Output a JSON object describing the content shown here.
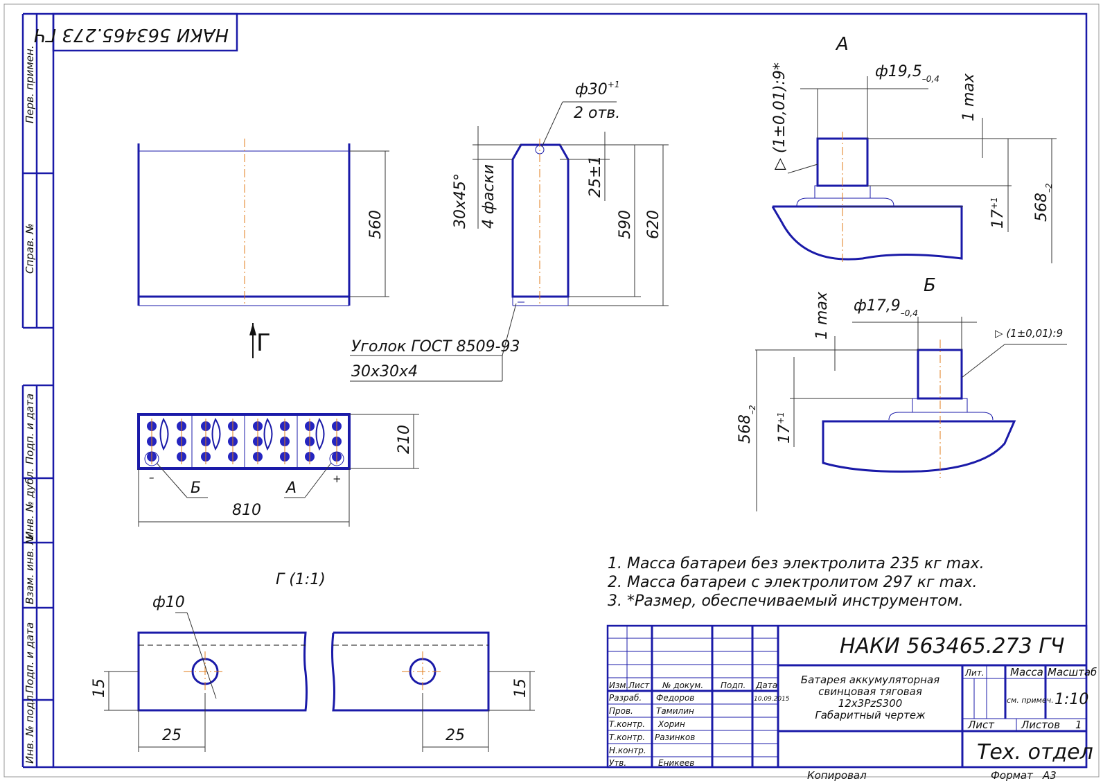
{
  "stamp_top": "НАКИ 563465.273 ГЧ",
  "side_labels": {
    "perv_primen": "Перв. примен.",
    "sprav_no": "Справ. №",
    "podp_data_1": "Подп. и дата",
    "inv_dubl": "Инв. № дубл.",
    "vzam_inv": "Взам. инв. №",
    "podp_data_2": "Подп. и дата",
    "inv_podl": "Инв. № подл."
  },
  "dims_front": {
    "height": "560"
  },
  "dims_side": {
    "hole_dia": "ф30",
    "hole_dia_tol": "+1",
    "hole_count": "2 отв.",
    "chamfer": "30x45°",
    "chamfer_count": "4 фаски",
    "d25": "25±1",
    "d590": "590",
    "d620": "620"
  },
  "view_g_arrow": "Г",
  "angle_note": {
    "line1": "Уголок ГОСТ 8509-93",
    "line2": "30x30x4"
  },
  "dims_top": {
    "width": "810",
    "depth": "210",
    "label_b": "Б",
    "label_a": "А",
    "minus": "–",
    "plus": "+"
  },
  "detail_a": {
    "title": "А",
    "dia": "ф19,5",
    "dia_tol": "–0,4",
    "cone": "(1±0,01):9*",
    "max": "1 max",
    "h17": "17",
    "h17_tol": "+1",
    "h568": "568",
    "h568_tol": "–2"
  },
  "detail_b": {
    "title": "Б",
    "dia": "ф17,9",
    "dia_tol": "–0,4",
    "cone": "(1±0,01):9",
    "max": "1 max",
    "h17": "17",
    "h17_tol": "+1",
    "h568": "568",
    "h568_tol": "–2"
  },
  "section_g": {
    "title": "Г (1:1)",
    "dia": "ф10",
    "h15_left": "15",
    "h15_right": "15",
    "w25_left": "25",
    "w25_right": "25"
  },
  "notes": [
    "1. Масса батареи без электролита 235 кг max.",
    "2. Масса батареи с электролитом 297 кг max.",
    "3.  *Размер, обеспечиваемый инструментом."
  ],
  "title_block": {
    "designation": "НАКИ 563465.273 ГЧ",
    "name_lines": [
      "Батарея аккумуляторная",
      "свинцовая тяговая",
      "12х3PzS300",
      "Габаритный чертеж"
    ],
    "col_headers": [
      "Изм.",
      "Лист",
      "№ докум.",
      "Подп.",
      "Дата"
    ],
    "rows": [
      {
        "role": "Разраб.",
        "name": "Федоров",
        "date": "10.09.2015"
      },
      {
        "role": "Пров.",
        "name": "Тамилин",
        "date": ""
      },
      {
        "role": "Т.контр.",
        "name": "Хорин",
        "date": ""
      },
      {
        "role": "Т.контр.",
        "name": "Разинков",
        "date": ""
      },
      {
        "role": "Н.контр.",
        "name": "",
        "date": ""
      },
      {
        "role": "Утв.",
        "name": "Еникеев",
        "date": ""
      }
    ],
    "lit_header": "Лит.",
    "mass_header": "Масса",
    "scale_header": "Масштаб",
    "mass_value": "см. примеч.",
    "scale_value": "1:10",
    "sheet_label": "Лист",
    "sheets_label": "Листов",
    "sheets_value": "1",
    "org": "Тех. отдел"
  },
  "footer": {
    "copied": "Копировал",
    "format_label": "Формат",
    "format_value": "А3"
  },
  "colors": {
    "outline": "#1a1aa8",
    "axis": "#e07b18",
    "text": "#111111"
  }
}
